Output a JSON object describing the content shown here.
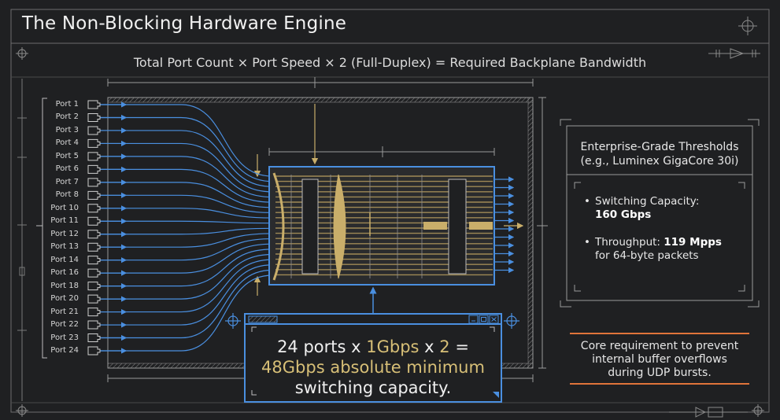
{
  "title": "The Non-Blocking Hardware Engine",
  "formula": "Total Port Count × Port Speed × 2 (Full-Duplex) = Required Backplane Bandwidth",
  "ports": [
    "Port 1",
    "Port 2",
    "Port 3",
    "Port 4",
    "Port 5",
    "Port 6",
    "Port 7",
    "Port 8",
    "Port 10",
    "Port 11",
    "Port 12",
    "Port 13",
    "Port 14",
    "Port 16",
    "Port 18",
    "Port 20",
    "Port 21",
    "Port 22",
    "Port 23",
    "Port 24"
  ],
  "thresholds": {
    "title_line1": "Enterprise-Grade Thresholds",
    "title_line2": "(e.g., Luminex GigaCore 30i)",
    "items": [
      {
        "bullet": "•",
        "prefix": "Switching Capacity:",
        "value": "160 Gbps",
        "suffix": ""
      },
      {
        "bullet": "•",
        "prefix": "Throughput: ",
        "value": "119 Mpps",
        "suffix": "for 64-byte packets"
      }
    ]
  },
  "core_note": {
    "line1": "Core requirement to prevent",
    "line2": "internal buffer overflows",
    "line3": "during UDP bursts."
  },
  "callout": {
    "part1": "24 ports x ",
    "part2": "1Gbps",
    "part3": " x ",
    "part4": "2",
    "part5": " =",
    "part6": "48Gbps",
    "part7": " absolute minimum",
    "line3": "switching capacity."
  },
  "colors": {
    "background": "#1f2022",
    "blueprint_line": "#8a8a8a",
    "signal_blue": "#4a8fe0",
    "gold": "#c9ae6a",
    "accent_orange": "#e0743a"
  }
}
